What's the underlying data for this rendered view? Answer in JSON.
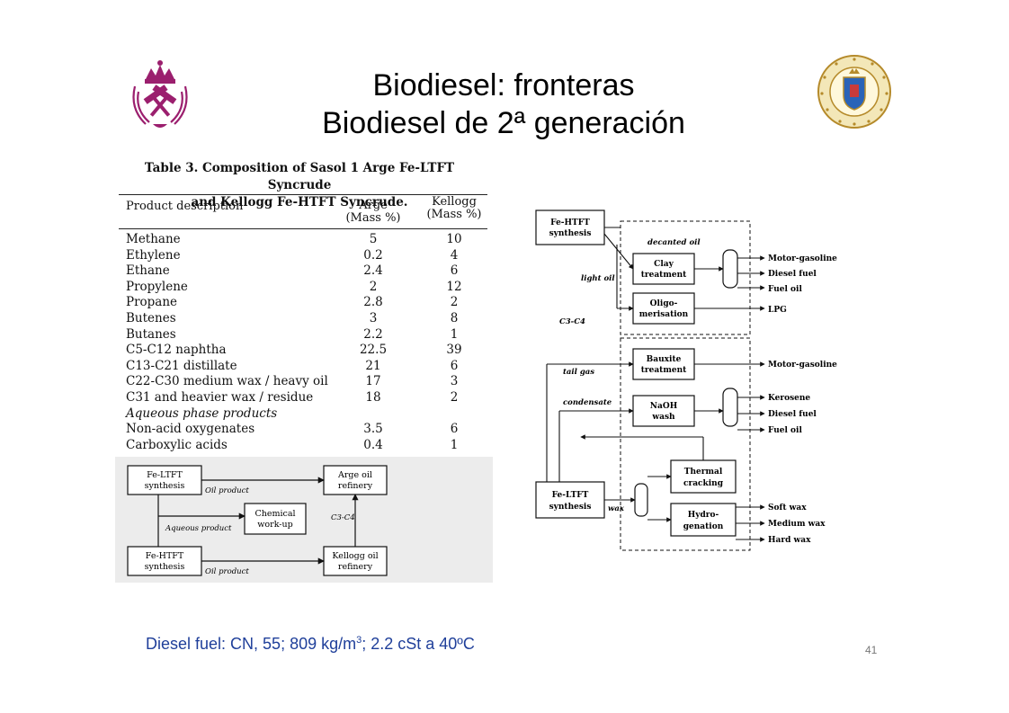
{
  "slide": {
    "title_line1": "Biodiesel: fronteras",
    "title_line2": "Biodiesel de 2ª generación",
    "footer_prefix": "Diesel fuel: CN, 55; 809 kg/m",
    "footer_sup": "3",
    "footer_suffix": "; 2.2 cSt a 40ºC",
    "page_number": "41"
  },
  "table": {
    "caption_line1": "Table 3. Composition of Sasol 1 Arge Fe-LTFT Syncrude",
    "caption_line2": "and Kellogg Fe-HTFT Syncrude.",
    "col_product": "Product description",
    "col_arge": [
      "Arge",
      "(Mass %)"
    ],
    "col_kellogg": [
      "Kellogg",
      "(Mass %)"
    ],
    "rows": [
      {
        "name": "Methane",
        "arge": "5",
        "kellogg": "10"
      },
      {
        "name": "Ethylene",
        "arge": "0.2",
        "kellogg": "4"
      },
      {
        "name": "Ethane",
        "arge": "2.4",
        "kellogg": "6"
      },
      {
        "name": "Propylene",
        "arge": "2",
        "kellogg": "12"
      },
      {
        "name": "Propane",
        "arge": "2.8",
        "kellogg": "2"
      },
      {
        "name": "Butenes",
        "arge": "3",
        "kellogg": "8"
      },
      {
        "name": "Butanes",
        "arge": "2.2",
        "kellogg": "1"
      },
      {
        "name": "C5-C12 naphtha",
        "arge": "22.5",
        "kellogg": "39"
      },
      {
        "name": "C13-C21 distillate",
        "arge": "21",
        "kellogg": "6"
      },
      {
        "name": "C22-C30 medium wax / heavy oil",
        "arge": "17",
        "kellogg": "3"
      },
      {
        "name": "C31 and heavier wax / residue",
        "arge": "18",
        "kellogg": "2"
      },
      {
        "name": "Aqueous phase products",
        "arge": "",
        "kellogg": "",
        "italic": true
      },
      {
        "name": "Non-acid oxygenates",
        "arge": "3.5",
        "kellogg": "6"
      },
      {
        "name": "Carboxylic acids",
        "arge": "0.4",
        "kellogg": "1"
      }
    ]
  },
  "left_diagram": {
    "fe_ltft": [
      "Fe-LTFT",
      "synthesis"
    ],
    "fe_htft": [
      "Fe-HTFT",
      "synthesis"
    ],
    "arge_refinery": [
      "Arge oil",
      "refinery"
    ],
    "kellogg_refinery": [
      "Kellogg oil",
      "refinery"
    ],
    "chemical": [
      "Chemical",
      "work-up"
    ],
    "oil_product_top": "Oil product",
    "oil_product_bottom": "Oil product",
    "aqueous_product": "Aqueous product",
    "c3c4": "C3-C4"
  },
  "right_diagram": {
    "fe_htft": [
      "Fe-HTFT",
      "synthesis"
    ],
    "fe_ltft": [
      "Fe-LTFT",
      "synthesis"
    ],
    "decanted_oil": "decanted oil",
    "clay": [
      "Clay",
      "treatment"
    ],
    "oligo": [
      "Oligo-",
      "merisation"
    ],
    "light_oil": "light oil",
    "c3c4": "C3-C4",
    "bauxite": [
      "Bauxite",
      "treatment"
    ],
    "naoh": [
      "NaOH",
      "wash"
    ],
    "tail_gas": "tail gas",
    "condensate": "condensate",
    "thermal": [
      "Thermal",
      "cracking"
    ],
    "hydro": [
      "Hydro-",
      "genation"
    ],
    "wax": "wax",
    "out_motor_gasoline_1": "Motor-gasoline",
    "out_diesel_fuel_1": "Diesel fuel",
    "out_fuel_oil_1": "Fuel oil",
    "out_lpg": "LPG",
    "out_motor_gasoline_2": "Motor-gasoline",
    "out_kerosene": "Kerosene",
    "out_diesel_fuel_2": "Diesel fuel",
    "out_fuel_oil_2": "Fuel oil",
    "out_soft_wax": "Soft wax",
    "out_medium_wax": "Medium wax",
    "out_hard_wax": "Hard wax"
  }
}
